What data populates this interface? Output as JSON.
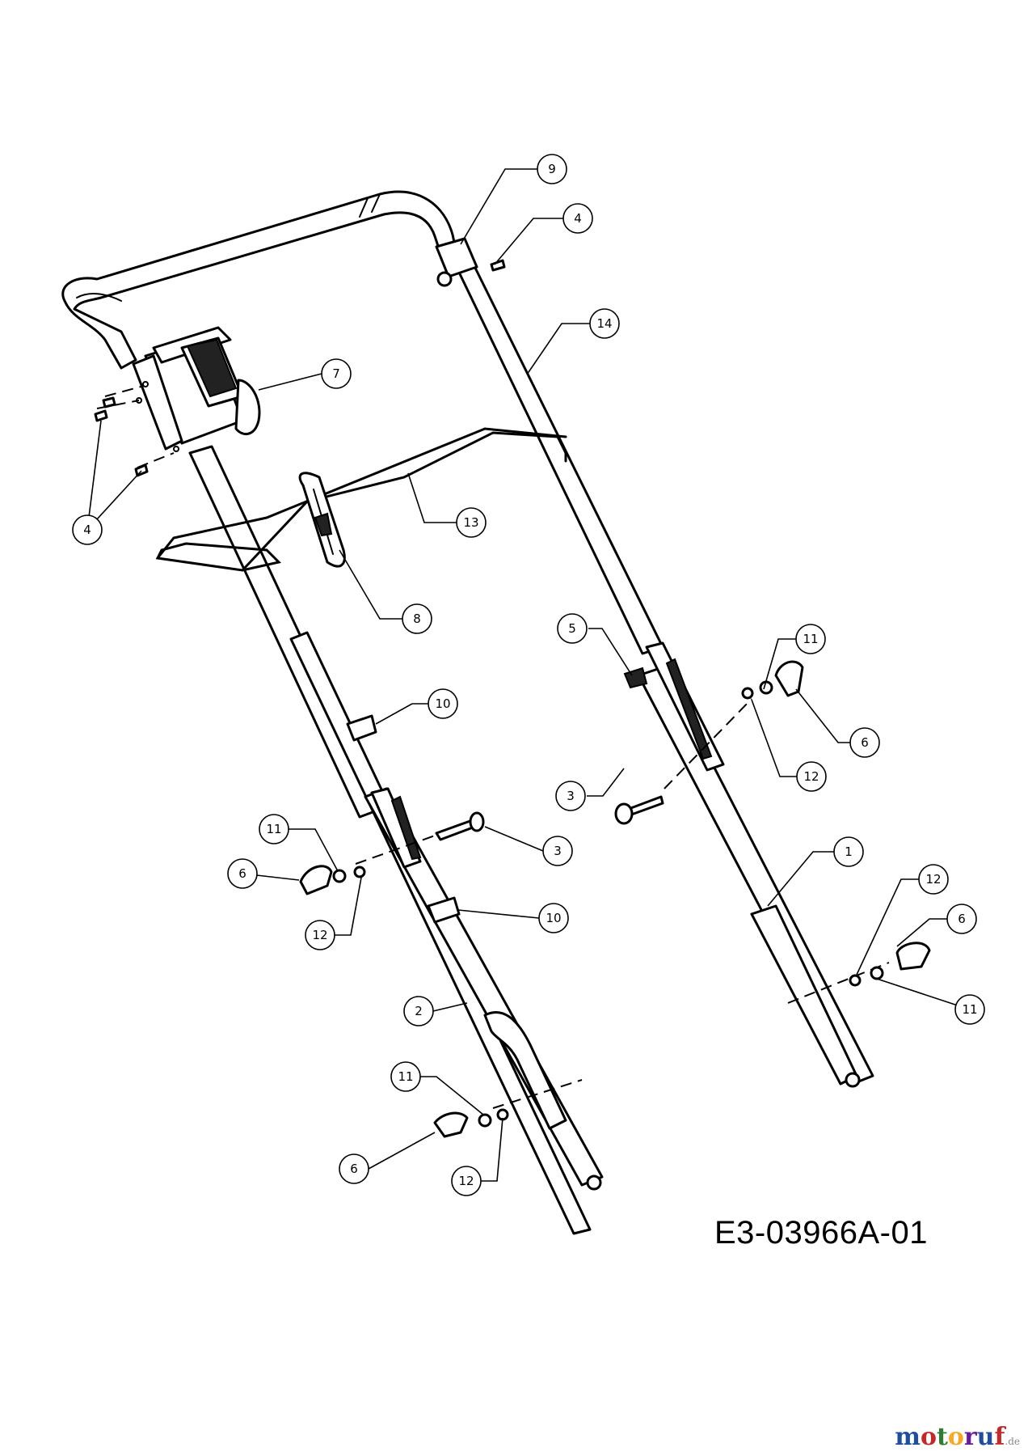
{
  "drawing_code": "E3-03966A-01",
  "watermark": {
    "main": "motoruf",
    "suffix": ".de",
    "colors": [
      "#1f4e9e",
      "#c62828",
      "#2e7d32",
      "#f9a825",
      "#6a1b9a"
    ]
  },
  "callouts": [
    {
      "id": "c9",
      "label": "9"
    },
    {
      "id": "c4a",
      "label": "4"
    },
    {
      "id": "c14",
      "label": "14"
    },
    {
      "id": "c7",
      "label": "7"
    },
    {
      "id": "c4b",
      "label": "4"
    },
    {
      "id": "c13",
      "label": "13"
    },
    {
      "id": "c8",
      "label": "8"
    },
    {
      "id": "c5",
      "label": "5"
    },
    {
      "id": "c11a",
      "label": "11"
    },
    {
      "id": "c6a",
      "label": "6"
    },
    {
      "id": "c12a",
      "label": "12"
    },
    {
      "id": "c3a",
      "label": "3"
    },
    {
      "id": "c10a",
      "label": "10"
    },
    {
      "id": "c11b",
      "label": "11"
    },
    {
      "id": "c6b",
      "label": "6"
    },
    {
      "id": "c12b",
      "label": "12"
    },
    {
      "id": "c3b",
      "label": "3"
    },
    {
      "id": "c10b",
      "label": "10"
    },
    {
      "id": "c1",
      "label": "1"
    },
    {
      "id": "c12c",
      "label": "12"
    },
    {
      "id": "c6c",
      "label": "6"
    },
    {
      "id": "c11c",
      "label": "11"
    },
    {
      "id": "c2",
      "label": "2"
    },
    {
      "id": "c11d",
      "label": "11"
    },
    {
      "id": "c6d",
      "label": "6"
    },
    {
      "id": "c12d",
      "label": "12"
    }
  ]
}
